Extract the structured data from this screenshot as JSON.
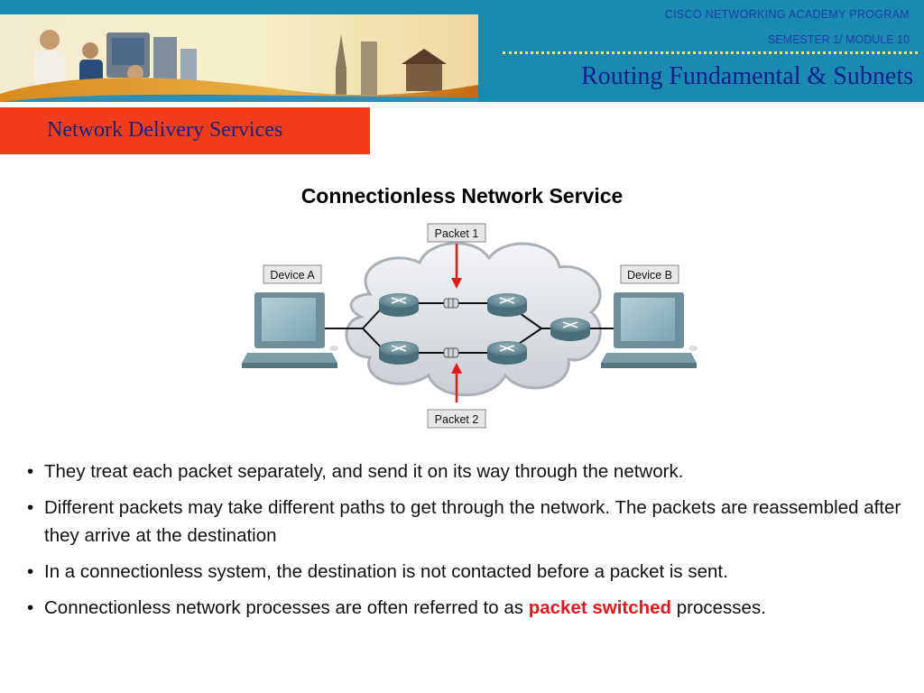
{
  "header": {
    "org": "CISCO NETWORKING ACADEMY PROGRAM",
    "semester": "SEMESTER 1/ MODULE 10",
    "course_title": "Routing Fundamental & Subnets"
  },
  "section_title": "Network Delivery Services",
  "diagram": {
    "title": "Connectionless Network Service",
    "labels": {
      "device_a": "Device A",
      "device_b": "Device B",
      "packet_1": "Packet 1",
      "packet_2": "Packet 2"
    }
  },
  "bullets": [
    {
      "text": "They treat each packet separately, and send it on its way through the network."
    },
    {
      "text": "Different packets may take different paths to get through the network. The packets are reassembled after they arrive at the destination"
    },
    {
      "text": "In a connectionless system, the destination is not contacted before a packet is sent."
    },
    {
      "before": "Connectionless network processes are often referred to as ",
      "highlight": "packet switched",
      "after": " processes."
    }
  ],
  "colors": {
    "header_bg": "#1a8ab1",
    "section_tab_bg": "#f23d1c",
    "course_title": "#0e1f8c",
    "highlight": "#e8161b",
    "arrow": "#e11b1b"
  }
}
